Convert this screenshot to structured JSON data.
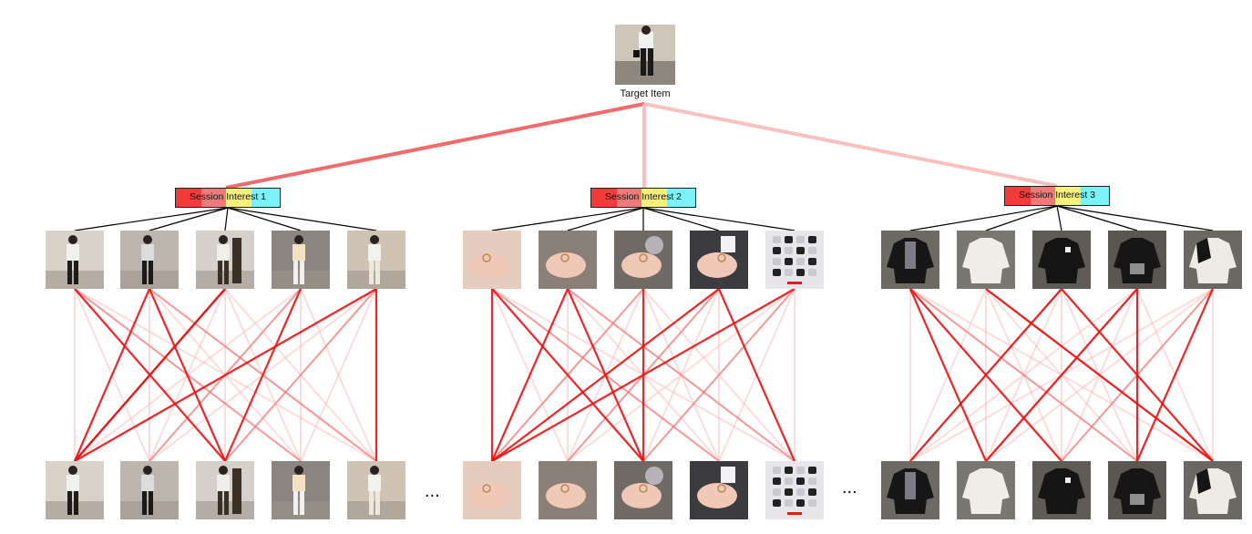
{
  "target": {
    "label": "Target Item"
  },
  "ellipsis": "...",
  "colors": {
    "strong_link": "#ee1111",
    "medium_link": "#f36a6a",
    "weak_link": "#f9c0c0",
    "tree_line": "#000000",
    "seg_red": "#f23b3b",
    "seg_salmon": "#f07a7a",
    "seg_yellow": "#f7f07a",
    "seg_cyan": "#7af2f7"
  },
  "sessions": [
    {
      "label": "Session Interest 1",
      "theme": "apparel-outfits",
      "link_to_target": "strong",
      "items": [
        "outfit-photo",
        "outfit-photo",
        "outfit-photo",
        "outfit-photo",
        "outfit-photo"
      ]
    },
    {
      "label": "Session Interest 2",
      "theme": "rings-and-nails",
      "link_to_target": "weak",
      "items": [
        "ring-photo",
        "hand-photo",
        "ring-photo",
        "ring-photo",
        "nail-photo"
      ]
    },
    {
      "label": "Session Interest 3",
      "theme": "sweaters",
      "link_to_target": "weak",
      "items": [
        "sweater-photo",
        "sweater-photo",
        "sweater-photo",
        "hoodie-photo",
        "sweater-photo"
      ]
    }
  ]
}
